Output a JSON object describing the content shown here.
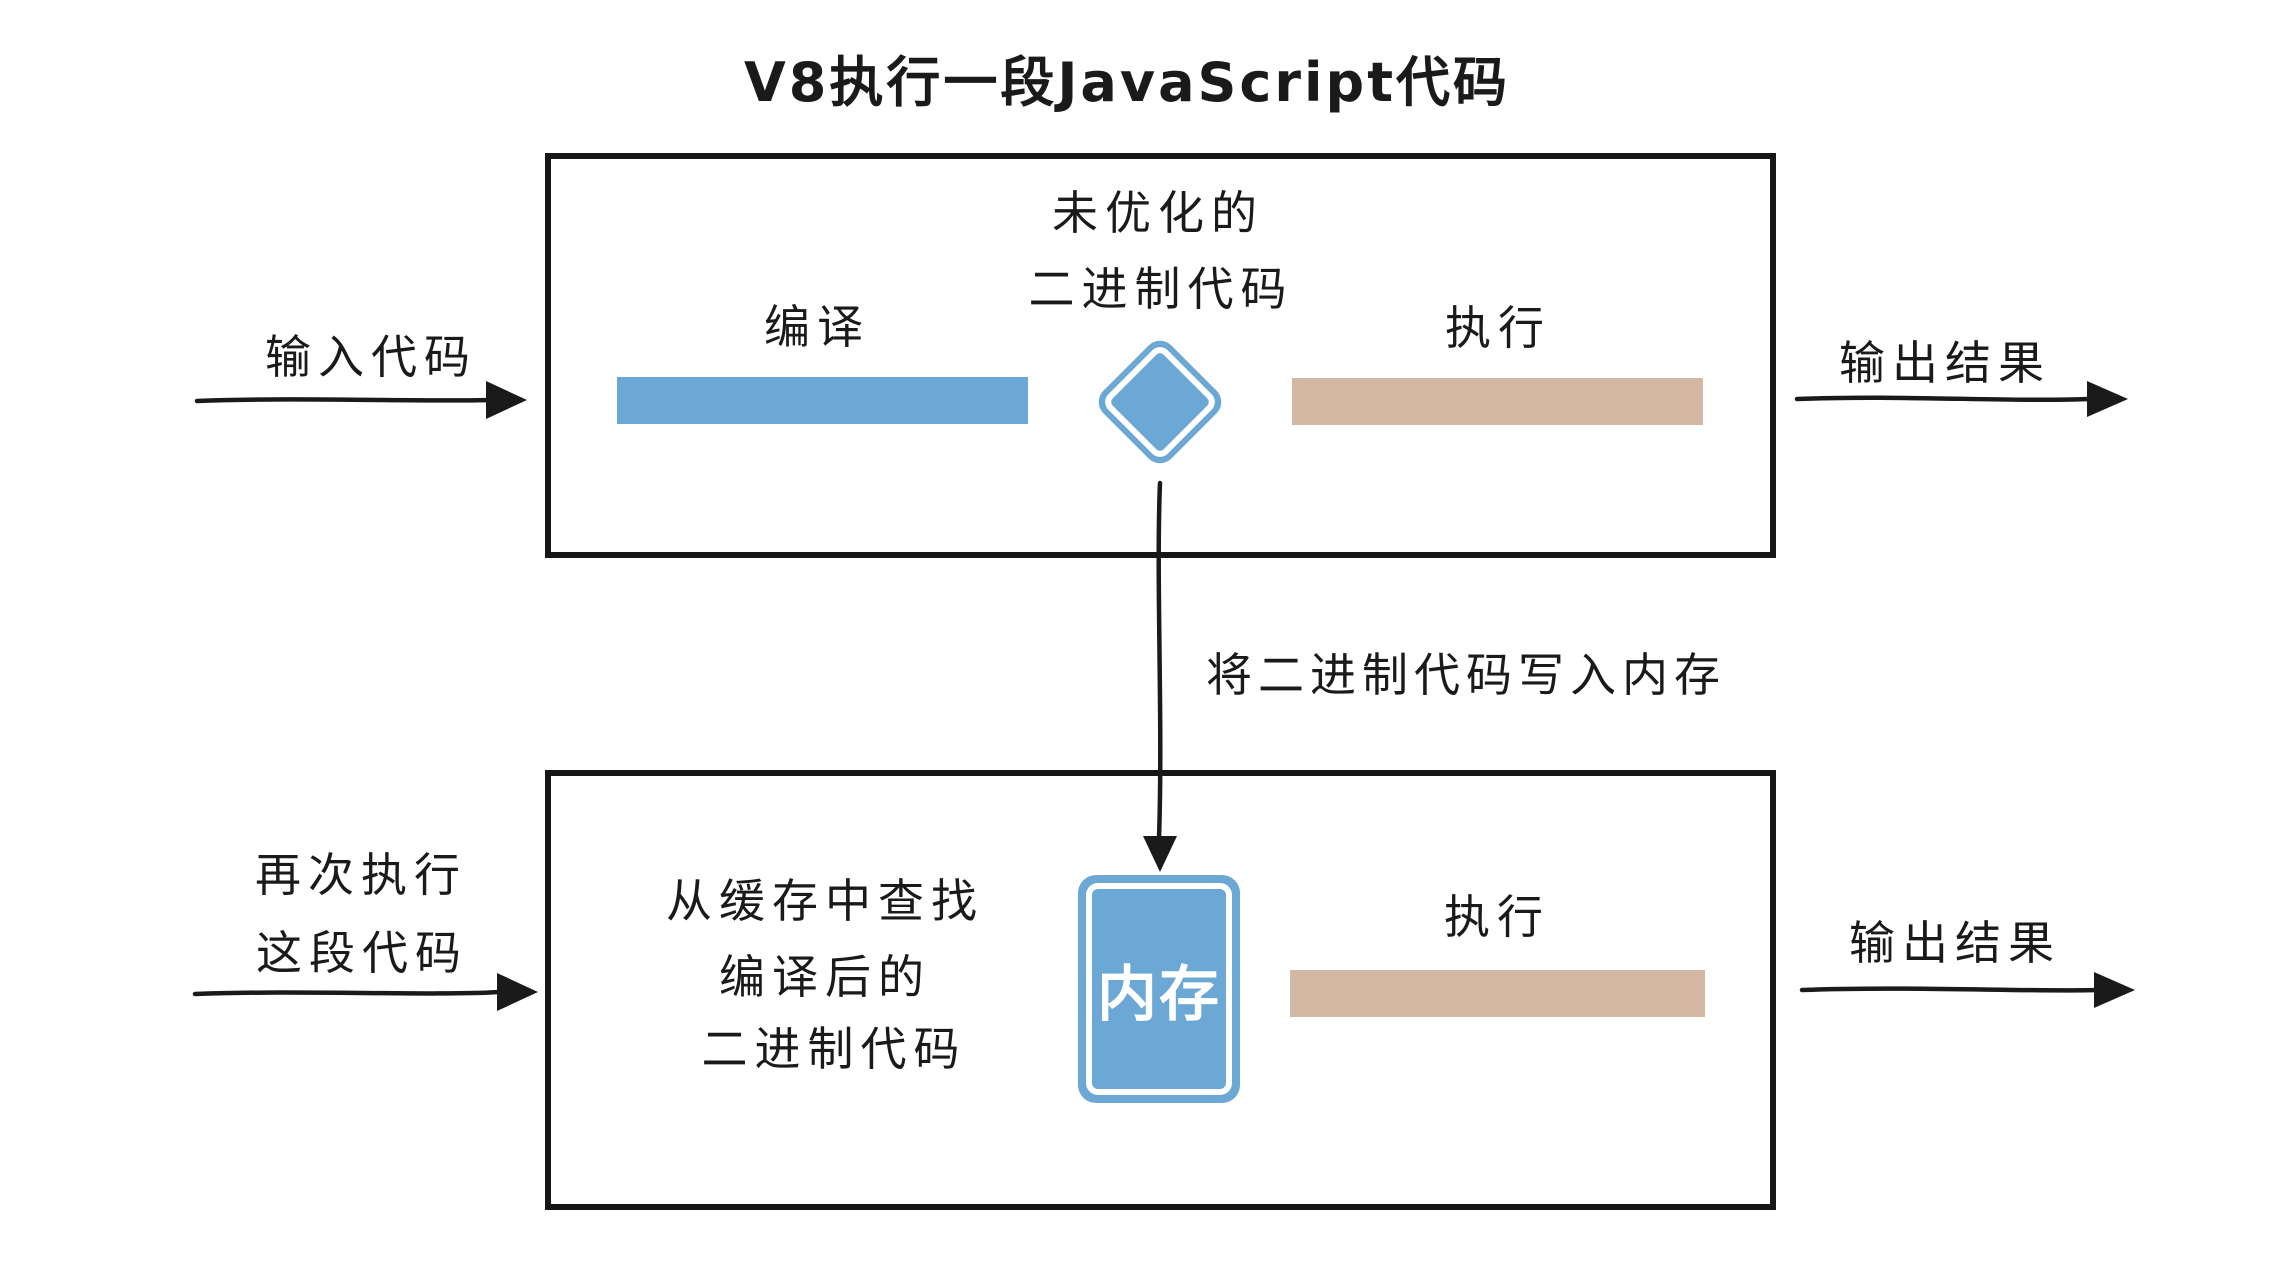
{
  "title": "V8执行一段JavaScript代码",
  "colors": {
    "blue": "#6CA8D5",
    "tan": "#D3B9A4",
    "ink": "#1a1a1a"
  },
  "stage1": {
    "input_label": "输入代码",
    "compile_label": "编译",
    "binary_label_line1": "未优化的",
    "binary_label_line2": "二进制代码",
    "execute_label": "执行",
    "output_label": "输出结果"
  },
  "transfer": {
    "label": "将二进制代码写入内存"
  },
  "stage2": {
    "rerun_label_line1": "再次执行",
    "rerun_label_line2": "这段代码",
    "cache_label_line1": "从缓存中查找",
    "cache_label_line2": "编译后的",
    "cache_label_line3": "二进制代码",
    "memory_label": "内存",
    "execute_label": "执行",
    "output_label": "输出结果"
  }
}
